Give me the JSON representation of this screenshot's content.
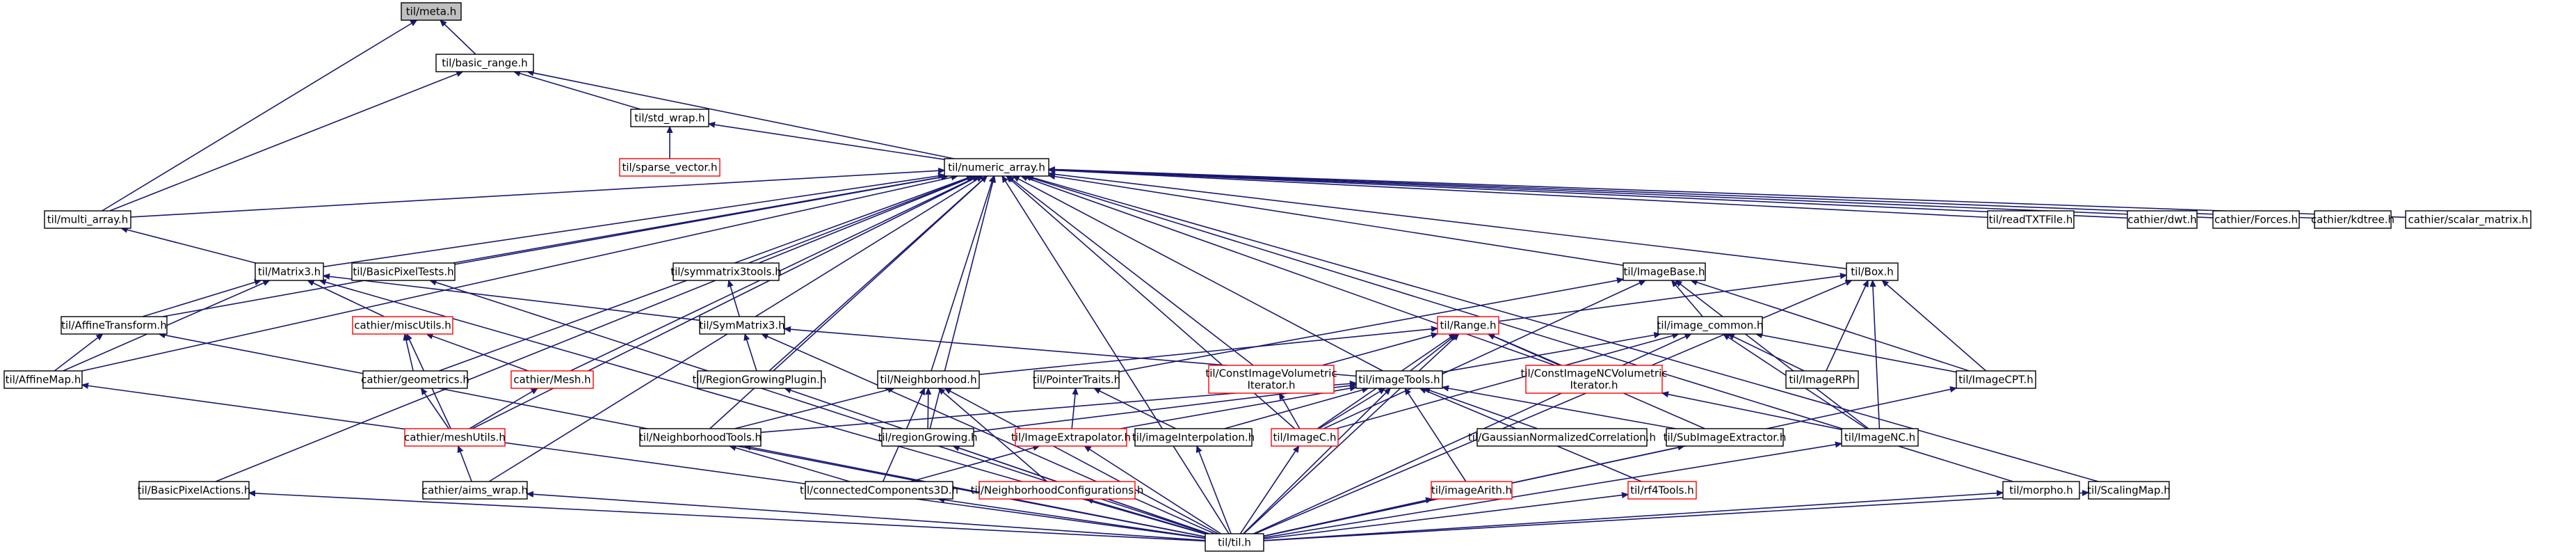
{
  "graph": {
    "nodes": [
      {
        "id": "meta",
        "label": "til/meta.h",
        "style": "current"
      },
      {
        "id": "basic_range",
        "label": "til/basic_range.h",
        "style": "normal"
      },
      {
        "id": "std_wrap",
        "label": "til/std_wrap.h",
        "style": "normal"
      },
      {
        "id": "sparse_vector",
        "label": "til/sparse_vector.h",
        "style": "undoc"
      },
      {
        "id": "numeric_array",
        "label": "til/numeric_array.h",
        "style": "normal"
      },
      {
        "id": "multi_array",
        "label": "til/multi_array.h",
        "style": "normal"
      },
      {
        "id": "matrix3",
        "label": "til/Matrix3.h",
        "style": "normal"
      },
      {
        "id": "basicpixeltests",
        "label": "til/BasicPixelTests.h",
        "style": "normal"
      },
      {
        "id": "symmatrix3tools",
        "label": "til/symmatrix3tools.h",
        "style": "normal"
      },
      {
        "id": "imagebase",
        "label": "til/ImageBase.h",
        "style": "normal"
      },
      {
        "id": "box",
        "label": "til/Box.h",
        "style": "normal"
      },
      {
        "id": "readtxtfile",
        "label": "til/readTXTFile.h",
        "style": "normal"
      },
      {
        "id": "dwt",
        "label": "cathier/dwt.h",
        "style": "normal"
      },
      {
        "id": "forces",
        "label": "cathier/Forces.h",
        "style": "normal"
      },
      {
        "id": "kdtree",
        "label": "cathier/kdtree.h",
        "style": "normal"
      },
      {
        "id": "scalar_matrix",
        "label": "cathier/scalar_matrix.h",
        "style": "normal"
      },
      {
        "id": "affinetransform",
        "label": "til/AffineTransform.h",
        "style": "normal"
      },
      {
        "id": "miscutils",
        "label": "cathier/miscUtils.h",
        "style": "undoc"
      },
      {
        "id": "symmatrix3",
        "label": "til/SymMatrix3.h",
        "style": "normal"
      },
      {
        "id": "range",
        "label": "til/Range.h",
        "style": "undoc"
      },
      {
        "id": "image_common",
        "label": "til/image_common.h",
        "style": "normal"
      },
      {
        "id": "affinemap",
        "label": "til/AffineMap.h",
        "style": "normal"
      },
      {
        "id": "geometrics",
        "label": "cathier/geometrics.h",
        "style": "normal"
      },
      {
        "id": "mesh",
        "label": "cathier/Mesh.h",
        "style": "undoc"
      },
      {
        "id": "regiongrowingplugin",
        "label": "til/RegionGrowingPlugin.h",
        "style": "normal"
      },
      {
        "id": "neighborhood",
        "label": "til/Neighborhood.h",
        "style": "normal"
      },
      {
        "id": "pointertraits",
        "label": "til/PointerTraits.h",
        "style": "normal"
      },
      {
        "id": "constimagevol",
        "label": "til/ConstImageVolumetric\nIterator.h",
        "style": "undoc"
      },
      {
        "id": "imagetools",
        "label": "til/imageTools.h",
        "style": "normal"
      },
      {
        "id": "constimagencvol",
        "label": "til/ConstImageNCVolumetric\nIterator.h",
        "style": "undoc"
      },
      {
        "id": "imagerph",
        "label": "til/ImageRPh",
        "style": "normal"
      },
      {
        "id": "imagecpt",
        "label": "til/ImageCPT.h",
        "style": "normal"
      },
      {
        "id": "meshutils",
        "label": "cathier/meshUtils.h",
        "style": "undoc"
      },
      {
        "id": "neighborhoodtools",
        "label": "til/NeighborhoodTools.h",
        "style": "normal"
      },
      {
        "id": "regiongrowing",
        "label": "til/regionGrowing.h",
        "style": "normal"
      },
      {
        "id": "imageextrapolator",
        "label": "til/ImageExtrapolator.h",
        "style": "undoc"
      },
      {
        "id": "imageinterpolation",
        "label": "til/imageInterpolation.h",
        "style": "normal"
      },
      {
        "id": "imagec",
        "label": "til/ImageC.h",
        "style": "undoc"
      },
      {
        "id": "gnc",
        "label": "til/GaussianNormalizedCorrelation.h",
        "style": "normal"
      },
      {
        "id": "subimageextractor",
        "label": "til/SubImageExtractor.h",
        "style": "normal"
      },
      {
        "id": "imagenc",
        "label": "til/ImageNC.h",
        "style": "normal"
      },
      {
        "id": "aims_wrap",
        "label": "cathier/aims_wrap.h",
        "style": "normal"
      },
      {
        "id": "basicpixelactions",
        "label": "til/BasicPixelActions.h",
        "style": "normal"
      },
      {
        "id": "cc3d",
        "label": "til/connectedComponents3D.h",
        "style": "normal"
      },
      {
        "id": "neighborhoodconfigs",
        "label": "til/NeighborhoodConfigurations.h",
        "style": "undoc"
      },
      {
        "id": "rf4tools",
        "label": "til/rf4Tools.h",
        "style": "undoc"
      },
      {
        "id": "imagearith",
        "label": "til/imageArith.h",
        "style": "undoc"
      },
      {
        "id": "morpho",
        "label": "til/morpho.h",
        "style": "normal"
      },
      {
        "id": "scalingmap",
        "label": "til/ScalingMap.h",
        "style": "normal"
      },
      {
        "id": "til",
        "label": "til/til.h",
        "style": "normal"
      }
    ],
    "edges": [
      [
        "basic_range",
        "meta"
      ],
      [
        "multi_array",
        "meta"
      ],
      [
        "std_wrap",
        "basic_range"
      ],
      [
        "numeric_array",
        "basic_range"
      ],
      [
        "multi_array",
        "basic_range"
      ],
      [
        "sparse_vector",
        "std_wrap"
      ],
      [
        "numeric_array",
        "std_wrap"
      ],
      [
        "multi_array",
        "numeric_array"
      ],
      [
        "matrix3",
        "numeric_array"
      ],
      [
        "basicpixeltests",
        "numeric_array"
      ],
      [
        "symmatrix3tools",
        "numeric_array"
      ],
      [
        "imagebase",
        "numeric_array"
      ],
      [
        "box",
        "numeric_array"
      ],
      [
        "readtxtfile",
        "numeric_array"
      ],
      [
        "dwt",
        "numeric_array"
      ],
      [
        "forces",
        "numeric_array"
      ],
      [
        "kdtree",
        "numeric_array"
      ],
      [
        "scalar_matrix",
        "numeric_array"
      ],
      [
        "affinetransform",
        "numeric_array"
      ],
      [
        "affinemap",
        "numeric_array"
      ],
      [
        "geometrics",
        "numeric_array"
      ],
      [
        "mesh",
        "numeric_array"
      ],
      [
        "regiongrowingplugin",
        "numeric_array"
      ],
      [
        "neighborhood",
        "numeric_array"
      ],
      [
        "constimagevol",
        "numeric_array"
      ],
      [
        "imagetools",
        "numeric_array"
      ],
      [
        "constimagencvol",
        "numeric_array"
      ],
      [
        "meshutils",
        "numeric_array"
      ],
      [
        "neighborhoodtools",
        "numeric_array"
      ],
      [
        "regiongrowing",
        "numeric_array"
      ],
      [
        "imagec",
        "numeric_array"
      ],
      [
        "aims_wrap",
        "numeric_array"
      ],
      [
        "basicpixelactions",
        "numeric_array"
      ],
      [
        "morpho",
        "numeric_array"
      ],
      [
        "scalingmap",
        "numeric_array"
      ],
      [
        "til",
        "numeric_array"
      ],
      [
        "matrix3",
        "multi_array"
      ],
      [
        "affinetransform",
        "matrix3"
      ],
      [
        "miscutils",
        "matrix3"
      ],
      [
        "symmatrix3",
        "matrix3"
      ],
      [
        "affinemap",
        "matrix3"
      ],
      [
        "til",
        "matrix3"
      ],
      [
        "affinemap",
        "affinetransform"
      ],
      [
        "til",
        "affinetransform"
      ],
      [
        "til",
        "basicpixeltests"
      ],
      [
        "symmatrix3",
        "symmatrix3tools"
      ],
      [
        "geometrics",
        "miscutils"
      ],
      [
        "mesh",
        "miscutils"
      ],
      [
        "meshutils",
        "miscutils"
      ],
      [
        "til",
        "affinemap"
      ],
      [
        "meshutils",
        "geometrics"
      ],
      [
        "meshutils",
        "mesh"
      ],
      [
        "aims_wrap",
        "meshutils"
      ],
      [
        "regiongrowingplugin",
        "symmatrix3"
      ],
      [
        "imagetools",
        "symmatrix3"
      ],
      [
        "til",
        "symmatrix3"
      ],
      [
        "til",
        "regiongrowingplugin"
      ],
      [
        "image_common",
        "imagebase"
      ],
      [
        "imagecpt",
        "imagebase"
      ],
      [
        "imagenc",
        "imagebase"
      ],
      [
        "pointertraits",
        "imagebase"
      ],
      [
        "imagec",
        "imagebase"
      ],
      [
        "range",
        "box"
      ],
      [
        "imagerph",
        "box"
      ],
      [
        "imagecpt",
        "box"
      ],
      [
        "imagenc",
        "box"
      ],
      [
        "til",
        "box"
      ],
      [
        "neighborhood",
        "range"
      ],
      [
        "constimagevol",
        "range"
      ],
      [
        "imagetools",
        "range"
      ],
      [
        "constimagencvol",
        "range"
      ],
      [
        "subimageextractor",
        "range"
      ],
      [
        "imagec",
        "range"
      ],
      [
        "til",
        "range"
      ],
      [
        "imagetools",
        "image_common"
      ],
      [
        "imagerph",
        "image_common"
      ],
      [
        "imagecpt",
        "image_common"
      ],
      [
        "imagenc",
        "image_common"
      ],
      [
        "imagec",
        "image_common"
      ],
      [
        "til",
        "image_common"
      ],
      [
        "imagec",
        "constimagevol"
      ],
      [
        "imagenc",
        "constimagencvol"
      ],
      [
        "neighborhoodtools",
        "neighborhood"
      ],
      [
        "regiongrowing",
        "neighborhood"
      ],
      [
        "cc3d",
        "neighborhood"
      ],
      [
        "neighborhoodconfigs",
        "neighborhood"
      ],
      [
        "til",
        "neighborhood"
      ],
      [
        "cc3d",
        "neighborhoodtools"
      ],
      [
        "til",
        "neighborhoodtools"
      ],
      [
        "til",
        "regiongrowing"
      ],
      [
        "imageinterpolation",
        "pointertraits"
      ],
      [
        "imageextrapolator",
        "pointertraits"
      ],
      [
        "imageextrapolator",
        "imagetools"
      ],
      [
        "imageinterpolation",
        "imagetools"
      ],
      [
        "imagec",
        "imagetools"
      ],
      [
        "gnc",
        "imagetools"
      ],
      [
        "subimageextractor",
        "imagetools"
      ],
      [
        "rf4tools",
        "imagetools"
      ],
      [
        "imagearith",
        "imagetools"
      ],
      [
        "regiongrowing",
        "imagetools"
      ],
      [
        "neighborhoodtools",
        "imagetools"
      ],
      [
        "til",
        "imagetools"
      ],
      [
        "cc3d",
        "imageextrapolator"
      ],
      [
        "til",
        "imageextrapolator"
      ],
      [
        "til",
        "imageinterpolation"
      ],
      [
        "til",
        "imagec"
      ],
      [
        "til",
        "subimageextractor"
      ],
      [
        "til",
        "imagenc"
      ],
      [
        "til",
        "cc3d"
      ],
      [
        "til",
        "neighborhoodconfigs"
      ],
      [
        "til",
        "rf4tools"
      ],
      [
        "til",
        "imagearith"
      ],
      [
        "til",
        "imagecpt"
      ],
      [
        "til",
        "aims_wrap"
      ],
      [
        "til",
        "basicpixelactions"
      ],
      [
        "til",
        "morpho"
      ],
      [
        "til",
        "scalingmap"
      ]
    ]
  }
}
